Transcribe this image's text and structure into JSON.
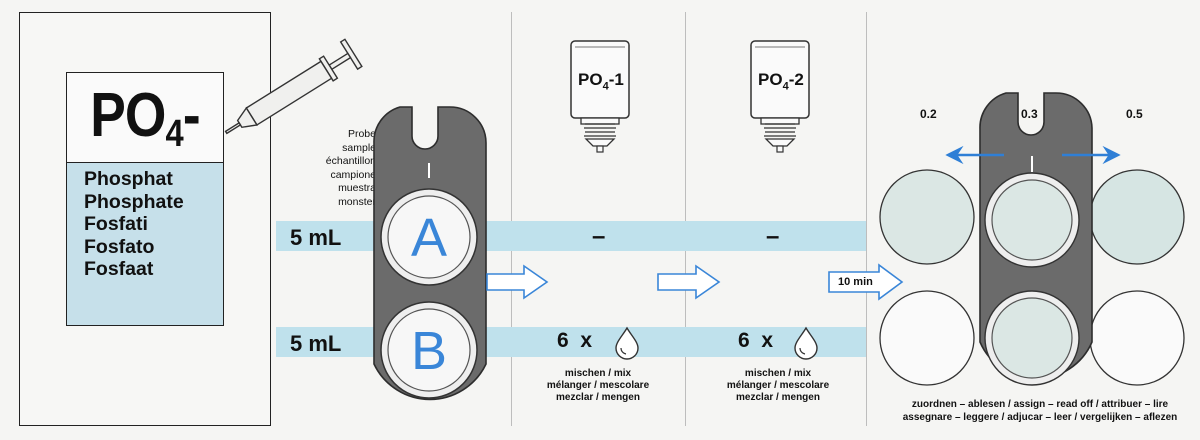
{
  "product": {
    "title_main": "PO",
    "title_sub": "4",
    "title_suffix": "-P",
    "names": [
      "Phosphat",
      "Phosphate",
      "Fosfati",
      "Fosfato",
      "Fosfaat"
    ]
  },
  "step1": {
    "probe_labels": [
      "Probe",
      "sample",
      "échantillon",
      "campione",
      "muestra",
      "monster"
    ],
    "volume_a": "5 mL",
    "volume_b": "5 mL",
    "cell_a": "A",
    "cell_b": "B"
  },
  "reagent1": {
    "label_main": "PO",
    "label_sub": "4",
    "label_suffix": "-1",
    "row_a": "–",
    "row_b_count": "6",
    "row_b_times": "x",
    "mix_lines": [
      "mischen / mix",
      "mélanger / mescolare",
      "mezclar / mengen"
    ]
  },
  "reagent2": {
    "label_main": "PO",
    "label_sub": "4",
    "label_suffix": "-2",
    "row_a": "–",
    "row_b_count": "6",
    "row_b_times": "x",
    "mix_lines": [
      "mischen / mix",
      "mélanger / mescolare",
      "mezclar / mengen"
    ]
  },
  "reading": {
    "wait_label": "10 min",
    "scale_values": [
      "0.2",
      "0.3",
      "0.5"
    ],
    "footer_lines": [
      "zuordnen – ablesen / assign – read off / attribuer – lire",
      "assegnare – leggere / adjucar – leer / vergelijken – aflezen"
    ]
  },
  "colors": {
    "band": "#bfe1ec",
    "holder": "#6b6b6b",
    "accent_blue": "#2f7fd6",
    "label_blue": "#3a86d8",
    "sample_tint": "#dbe7e4"
  }
}
